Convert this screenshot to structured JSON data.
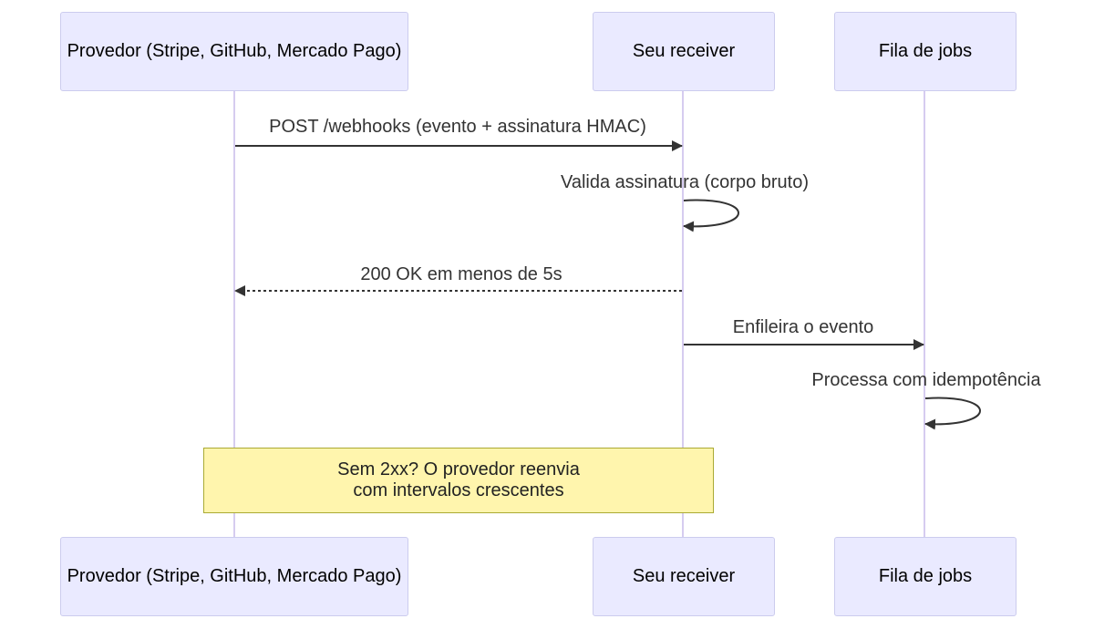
{
  "participants": {
    "provider": "Provedor (Stripe, GitHub, Mercado Pago)",
    "receiver": "Seu receiver",
    "queue": "Fila de jobs"
  },
  "messages": [
    {
      "from": "provider",
      "to": "receiver",
      "label": "POST /webhooks (evento + assinatura HMAC)",
      "style": "solid"
    },
    {
      "from": "receiver",
      "to": "receiver",
      "label": "Valida assinatura (corpo bruto)",
      "style": "self"
    },
    {
      "from": "receiver",
      "to": "provider",
      "label": "200 OK em menos de 5s",
      "style": "dashed"
    },
    {
      "from": "receiver",
      "to": "queue",
      "label": "Enfileira o evento",
      "style": "solid"
    },
    {
      "from": "queue",
      "to": "queue",
      "label": "Processa com idempotência",
      "style": "self"
    }
  ],
  "note": {
    "line1": "Sem 2xx? O provedor reenvia",
    "line2": "com intervalos crescentes"
  },
  "colors": {
    "actor_fill": "#eaeaff",
    "actor_border": "#ccccee",
    "lifeline": "#d6ccf0",
    "arrow": "#333333",
    "note_fill": "#fff5ad",
    "note_border": "#aaaa33"
  }
}
